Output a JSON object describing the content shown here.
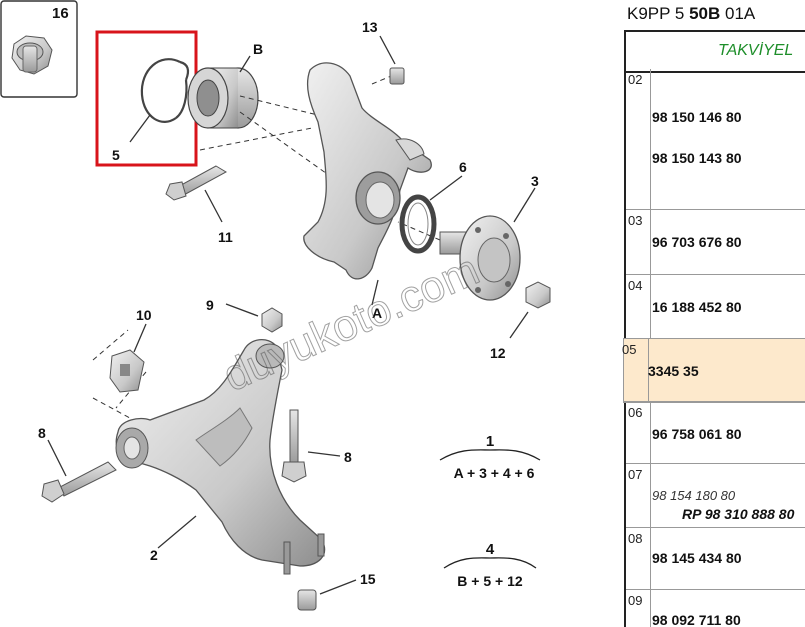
{
  "diagram": {
    "callouts": {
      "c16": "16",
      "cB": "B",
      "c5": "5",
      "c13": "13",
      "c6": "6",
      "c3": "3",
      "c11": "11",
      "cA": "A",
      "c12": "12",
      "c10": "10",
      "c9": "9",
      "c8a": "8",
      "c8b": "8",
      "c2": "2",
      "c15": "15"
    },
    "groups": [
      {
        "number": "1",
        "formula": "A + 3 + 4 + 6"
      },
      {
        "number": "4",
        "formula": "B + 5 + 12"
      }
    ],
    "watermark": "duyukoto.com",
    "highlight_color": "#d8141b"
  },
  "panel": {
    "header_model": "K9PP 5 ",
    "header_bold": "50B",
    "header_suffix": " 01A",
    "takviye": "TAKVİYEL",
    "rows": [
      {
        "num": "02",
        "parts": [
          "98 150 146 80",
          "98 150 143 80"
        ]
      },
      {
        "num": "03",
        "parts": [
          "96 703 676 80"
        ]
      },
      {
        "num": "04",
        "parts": [
          "16 188 452 80"
        ]
      },
      {
        "num": "05",
        "parts": [
          "3345 35"
        ],
        "highlight": true
      },
      {
        "num": "06",
        "parts": [
          "96 758 061 80"
        ]
      },
      {
        "num": "07",
        "parts_italic": "98 154 180 80",
        "parts_replacement": "RP 98 310 888 80"
      },
      {
        "num": "08",
        "parts": [
          "98 145 434 80"
        ]
      },
      {
        "num": "09",
        "parts": [
          "98 092 711 80"
        ]
      }
    ],
    "highlight_color": "#fde9cc"
  }
}
